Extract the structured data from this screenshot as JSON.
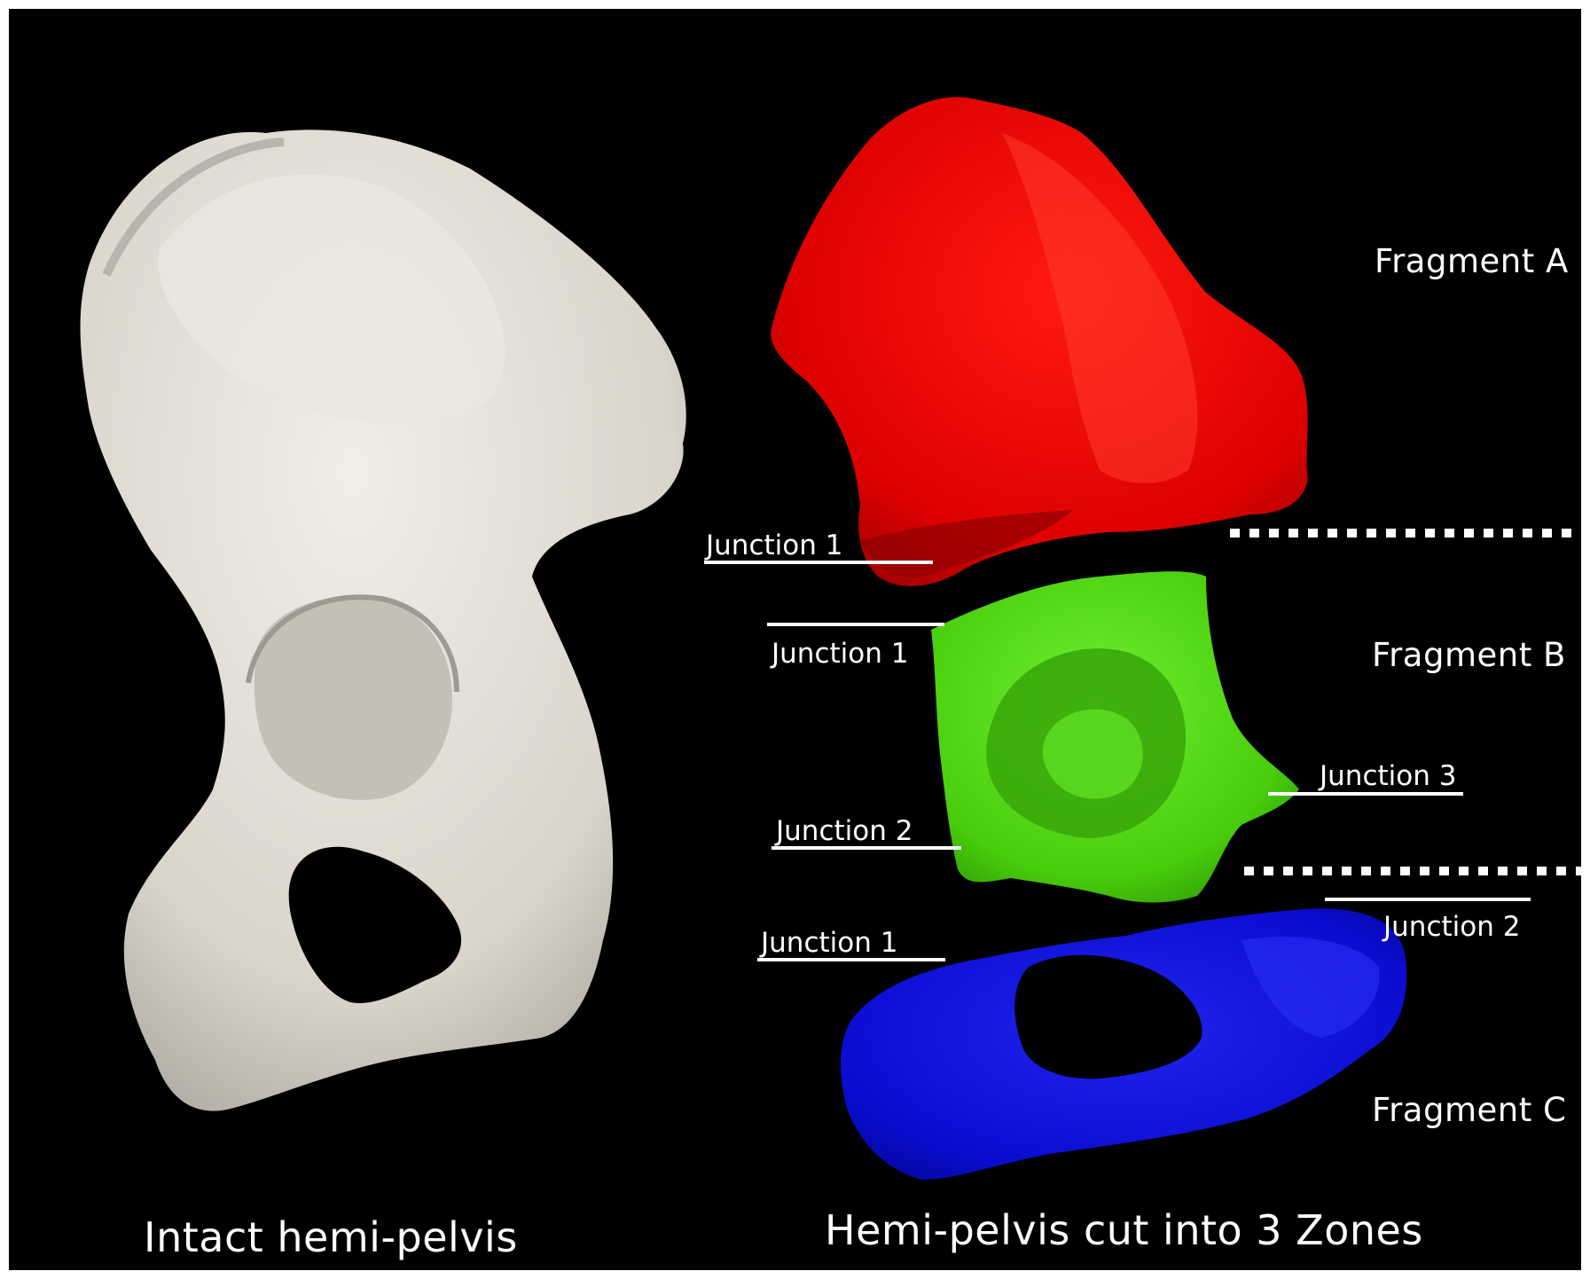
{
  "colors": {
    "background": "#000000",
    "intact": "#ddd9cf",
    "fragment_a": "#e00000",
    "fragment_b": "#4fd60f",
    "fragment_c": "#0b0fd2",
    "text": "#ffffff"
  },
  "fragments": {
    "a": {
      "label": "Fragment A"
    },
    "b": {
      "label": "Fragment B"
    },
    "c": {
      "label": "Fragment C"
    }
  },
  "junctions": {
    "a_j1": "Junction 1",
    "b_j1": "Junction 1",
    "b_j2": "Junction 2",
    "b_j3": "Junction 3",
    "c_j1": "Junction 1",
    "c_j2": "Junction 2"
  },
  "captions": {
    "left": "Intact hemi-pelvis",
    "right": "Hemi-pelvis cut into 3 Zones"
  }
}
